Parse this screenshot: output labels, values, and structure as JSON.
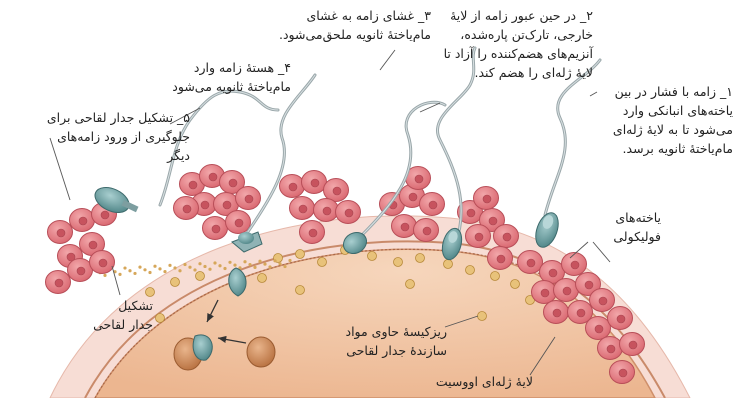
{
  "steps": {
    "s1": {
      "l1": "۱_ زامه با فشار در بین",
      "l2": "یاخته‌های انبانکی وارد",
      "l3": "می‌شود تا به لایهٔ ژله‌ای",
      "l4": "مام‌یاختهٔ ثانویه برسد."
    },
    "s2": {
      "l1": "۲_ در حین عبور زامه از لایهٔ",
      "l2": "خارجی، تارک‌تن پاره‌شده،",
      "l3": "آنزیم‌های هضم‌کننده را آزاد تا",
      "l4": "لایهٔ ژله‌ای را هضم کند."
    },
    "s3": {
      "l1": "۳_ غشای زامه به غشای",
      "l2": "مام‌یاختهٔ ثانویه ملحق‌می‌شود."
    },
    "s4": {
      "l1": "۴_ هستهٔ زامه وارد",
      "l2": "مام‌یاختهٔ ثانویه می‌شود"
    },
    "s5": {
      "l1": "۵_ تشکیل جدار لقاحی برای",
      "l2": "جلوگیری از ورود زامه‌های",
      "l3": "دیگر"
    }
  },
  "labels": {
    "follicle": {
      "l1": "یاخته‌های",
      "l2": "فولیکولی"
    },
    "fertilization_wall": {
      "l1": "تشکیل",
      "l2": "جدار لقاحی"
    },
    "vesicles": {
      "l1": "ریزکیسهٔ حاوی مواد",
      "l2": "سازندهٔ جدار لقاحی"
    },
    "jelly_layer": "لایهٔ ژله‌ای اووسیت"
  },
  "colors": {
    "follicle_cell": "#e6848a",
    "follicle_nucleus": "#c7535e",
    "jelly_layer": "#f7ddd5",
    "cytoplasm": "#f3c9a9",
    "vesicle": "#e8c27a",
    "sperm_head": "#6e9da0",
    "sperm_tail": "#9aa7aa"
  },
  "icons": [
    "sperm-icon",
    "follicle-cell-icon",
    "vesicle-icon",
    "arrow-icon"
  ]
}
